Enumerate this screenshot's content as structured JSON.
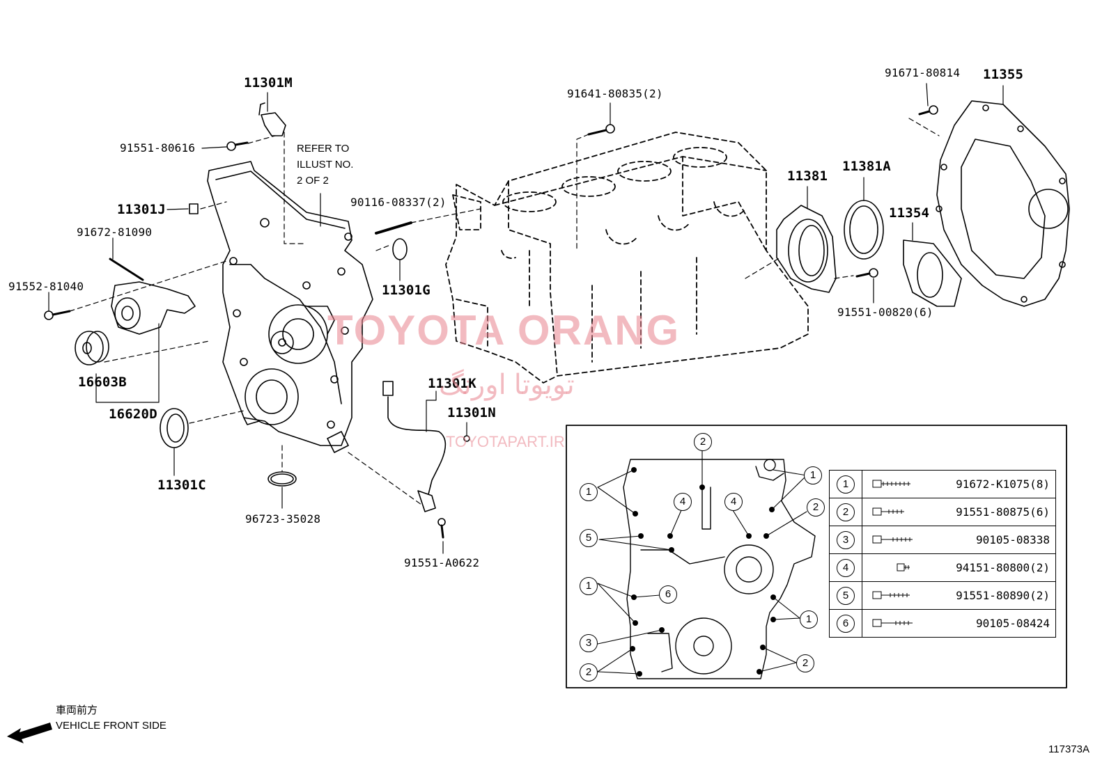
{
  "labels": {
    "p11301M": "11301M",
    "p91551_80616": "91551-80616",
    "p11301J": "11301J",
    "p91672_81090": "91672-81090",
    "p91552_81040": "91552-81040",
    "p16603B": "16603B",
    "p16620D": "16620D",
    "p11301C": "11301C",
    "p96723_35028": "96723-35028",
    "p90116_08337": "90116-08337(2)",
    "p11301G": "11301G",
    "p11301K": "11301K",
    "p11301N": "11301N",
    "p91551_A0622": "91551-A0622",
    "p91641_80835": "91641-80835(2)",
    "p11381": "11381",
    "p11381A": "11381A",
    "p11354": "11354",
    "p91551_00820": "91551-00820(6)",
    "p91671_80814": "91671-80814",
    "p11355": "11355"
  },
  "refer_note": [
    "REFER TO",
    "ILLUST NO.",
    "2 OF 2"
  ],
  "watermark": {
    "main": "TOYOTA ORANG",
    "persian": "تویوتا اورنگ",
    "url": "TOYOTAPART.IR"
  },
  "legend_table": [
    {
      "num": "1",
      "part": "91672-K1075(8)"
    },
    {
      "num": "2",
      "part": "91551-80875(6)"
    },
    {
      "num": "3",
      "part": "90105-08338"
    },
    {
      "num": "4",
      "part": "94151-80800(2)"
    },
    {
      "num": "5",
      "part": "91551-80890(2)"
    },
    {
      "num": "6",
      "part": "90105-08424"
    }
  ],
  "detail_callouts": [
    "1",
    "2",
    "4",
    "4",
    "2",
    "1",
    "5",
    "1",
    "6",
    "1",
    "3",
    "2",
    "2"
  ],
  "front_side": {
    "jp": "車両前方",
    "en": "VEHICLE FRONT SIDE"
  },
  "illustration_code": "117373A",
  "colors": {
    "line": "#000000",
    "watermark": "#e8828c"
  }
}
